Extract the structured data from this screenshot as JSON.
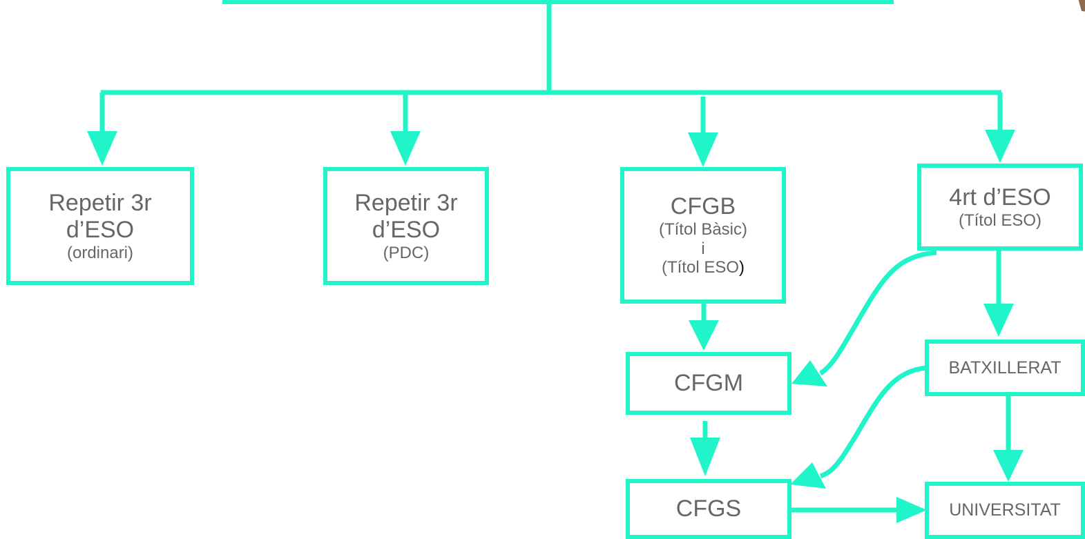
{
  "colors": {
    "accent": "#1ff5c8",
    "text": "#666666",
    "text_dark": "#111111"
  },
  "nodes": {
    "repetir_ordinari": {
      "line1": "Repetir 3r",
      "line2": "d’ESO",
      "line3": "(ordinari)"
    },
    "repetir_pdc": {
      "line1": "Repetir 3r",
      "line2": "d’ESO",
      "line3": "(PDC)"
    },
    "cfgb": {
      "line1": "CFGB",
      "line2": "(Títol Bàsic)",
      "line3": "i",
      "line4a": "(Títol ESO",
      "line4b": ")"
    },
    "quart_eso": {
      "line1": "4rt d’ESO",
      "line2": "(Títol ESO)"
    },
    "cfgm": {
      "label": "CFGM"
    },
    "batxillerat": {
      "label": "BATXILLERAT"
    },
    "cfgs": {
      "label": "CFGS"
    },
    "universitat": {
      "label": "UNIVERSITAT"
    }
  }
}
